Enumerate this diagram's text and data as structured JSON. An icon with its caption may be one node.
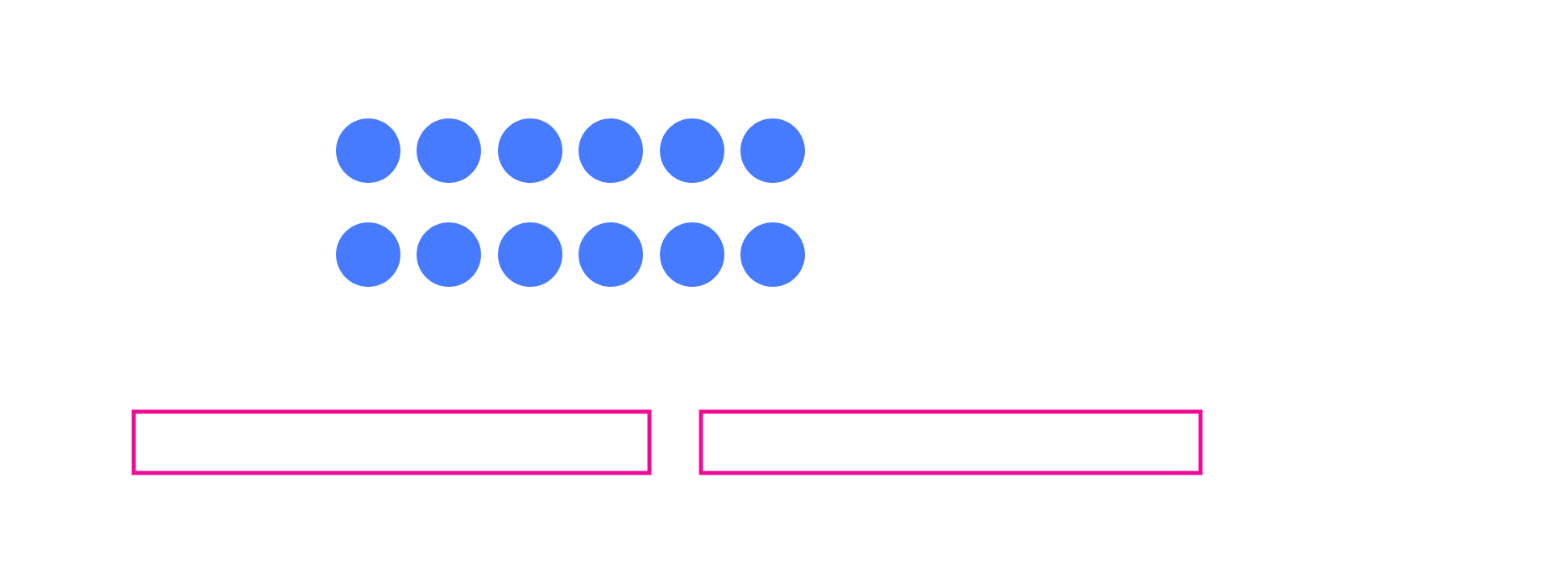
{
  "diagram": {
    "nodes": [
      {
        "text": [],
        "shape": "circle"
      },
      {
        "text": [],
        "shape": "circle"
      },
      {
        "text": [],
        "shape": "circle"
      },
      {
        "text": [],
        "shape": "circle"
      },
      {
        "text": [],
        "shape": "circle"
      },
      {
        "text": [],
        "shape": "circle"
      },
      {
        "text": [],
        "shape": "circle"
      },
      {
        "text": [],
        "shape": "circle"
      },
      {
        "text": [],
        "shape": "circle"
      },
      {
        "text": [],
        "shape": "circle"
      },
      {
        "text": [],
        "shape": "circle"
      },
      {
        "text": [],
        "shape": "circle"
      },
      {
        "text": [],
        "shape": "box"
      },
      {
        "text": [],
        "shape": "box"
      }
    ]
  }
}
